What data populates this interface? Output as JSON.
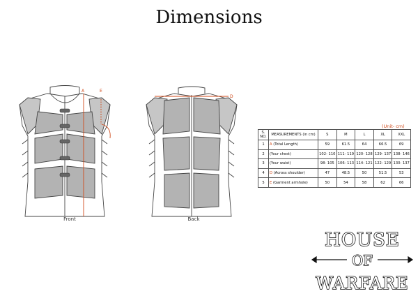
{
  "title": "Dimensions",
  "figures": {
    "front_label": "Front",
    "back_label": "Back"
  },
  "markers": {
    "a": "A",
    "e": "E",
    "d": "D"
  },
  "unit_note": "(Unit- cm)",
  "table": {
    "headers": [
      "S.\nNO.",
      "MEASUREMENTS (in cm)",
      "S",
      "M",
      "L",
      "XL",
      "XXL"
    ],
    "rows": [
      {
        "no": "1",
        "letter": "A",
        "label": "(Total Length)",
        "values": [
          "59",
          "61.5",
          "64",
          "66.5",
          "69"
        ]
      },
      {
        "no": "2",
        "letter": "",
        "label": "(Your chest)",
        "values": [
          "102- 110",
          "111- 119",
          "120- 128",
          "129- 137",
          "138- 146"
        ]
      },
      {
        "no": "3",
        "letter": "",
        "label": "(Your waist)",
        "values": [
          "98- 105",
          "106- 113",
          "114- 121",
          "122- 129",
          "130- 137"
        ]
      },
      {
        "no": "4",
        "letter": "D",
        "label": "(Across shoulder)",
        "values": [
          "47",
          "48.5",
          "50",
          "51.5",
          "53"
        ]
      },
      {
        "no": "5",
        "letter": "E",
        "label": "(Garment armhole)",
        "values": [
          "50",
          "54",
          "58",
          "62",
          "66"
        ]
      }
    ]
  },
  "logo": {
    "line1": "HOUSE",
    "line2": "OF",
    "line3": "WARFARE"
  },
  "colors": {
    "accent": "#d04a1a",
    "panel": "#b3b3b3",
    "outline": "#444444"
  }
}
